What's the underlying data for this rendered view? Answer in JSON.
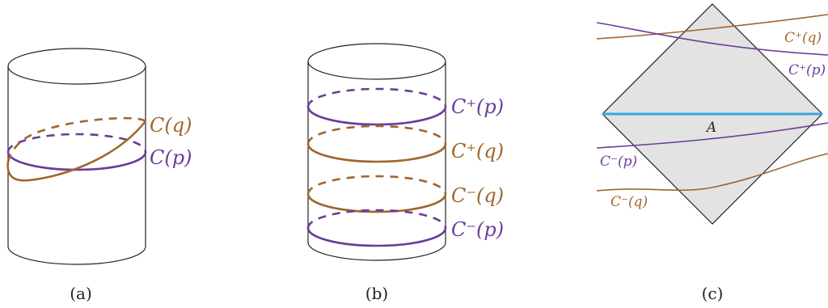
{
  "colors": {
    "purple": "#6a3d9a",
    "brown": "#a0662c",
    "blue": "#3aa6dc",
    "black": "#222222",
    "diamond_fill": "#e3e3e3"
  },
  "panel_a": {
    "caption": "(a)",
    "label_q": "C(q)",
    "label_p": "C(p)"
  },
  "panel_b": {
    "caption": "(b)",
    "label_plus_p": "C⁺(p)",
    "label_plus_q": "C⁺(q)",
    "label_minus_q": "C⁻(q)",
    "label_minus_p": "C⁻(p)"
  },
  "panel_c": {
    "caption": "(c)",
    "label_A": "A",
    "label_plus_q": "C⁺(q)",
    "label_plus_p": "C⁺(p)",
    "label_minus_p": "C⁻(p)",
    "label_minus_q": "C⁻(q)"
  }
}
